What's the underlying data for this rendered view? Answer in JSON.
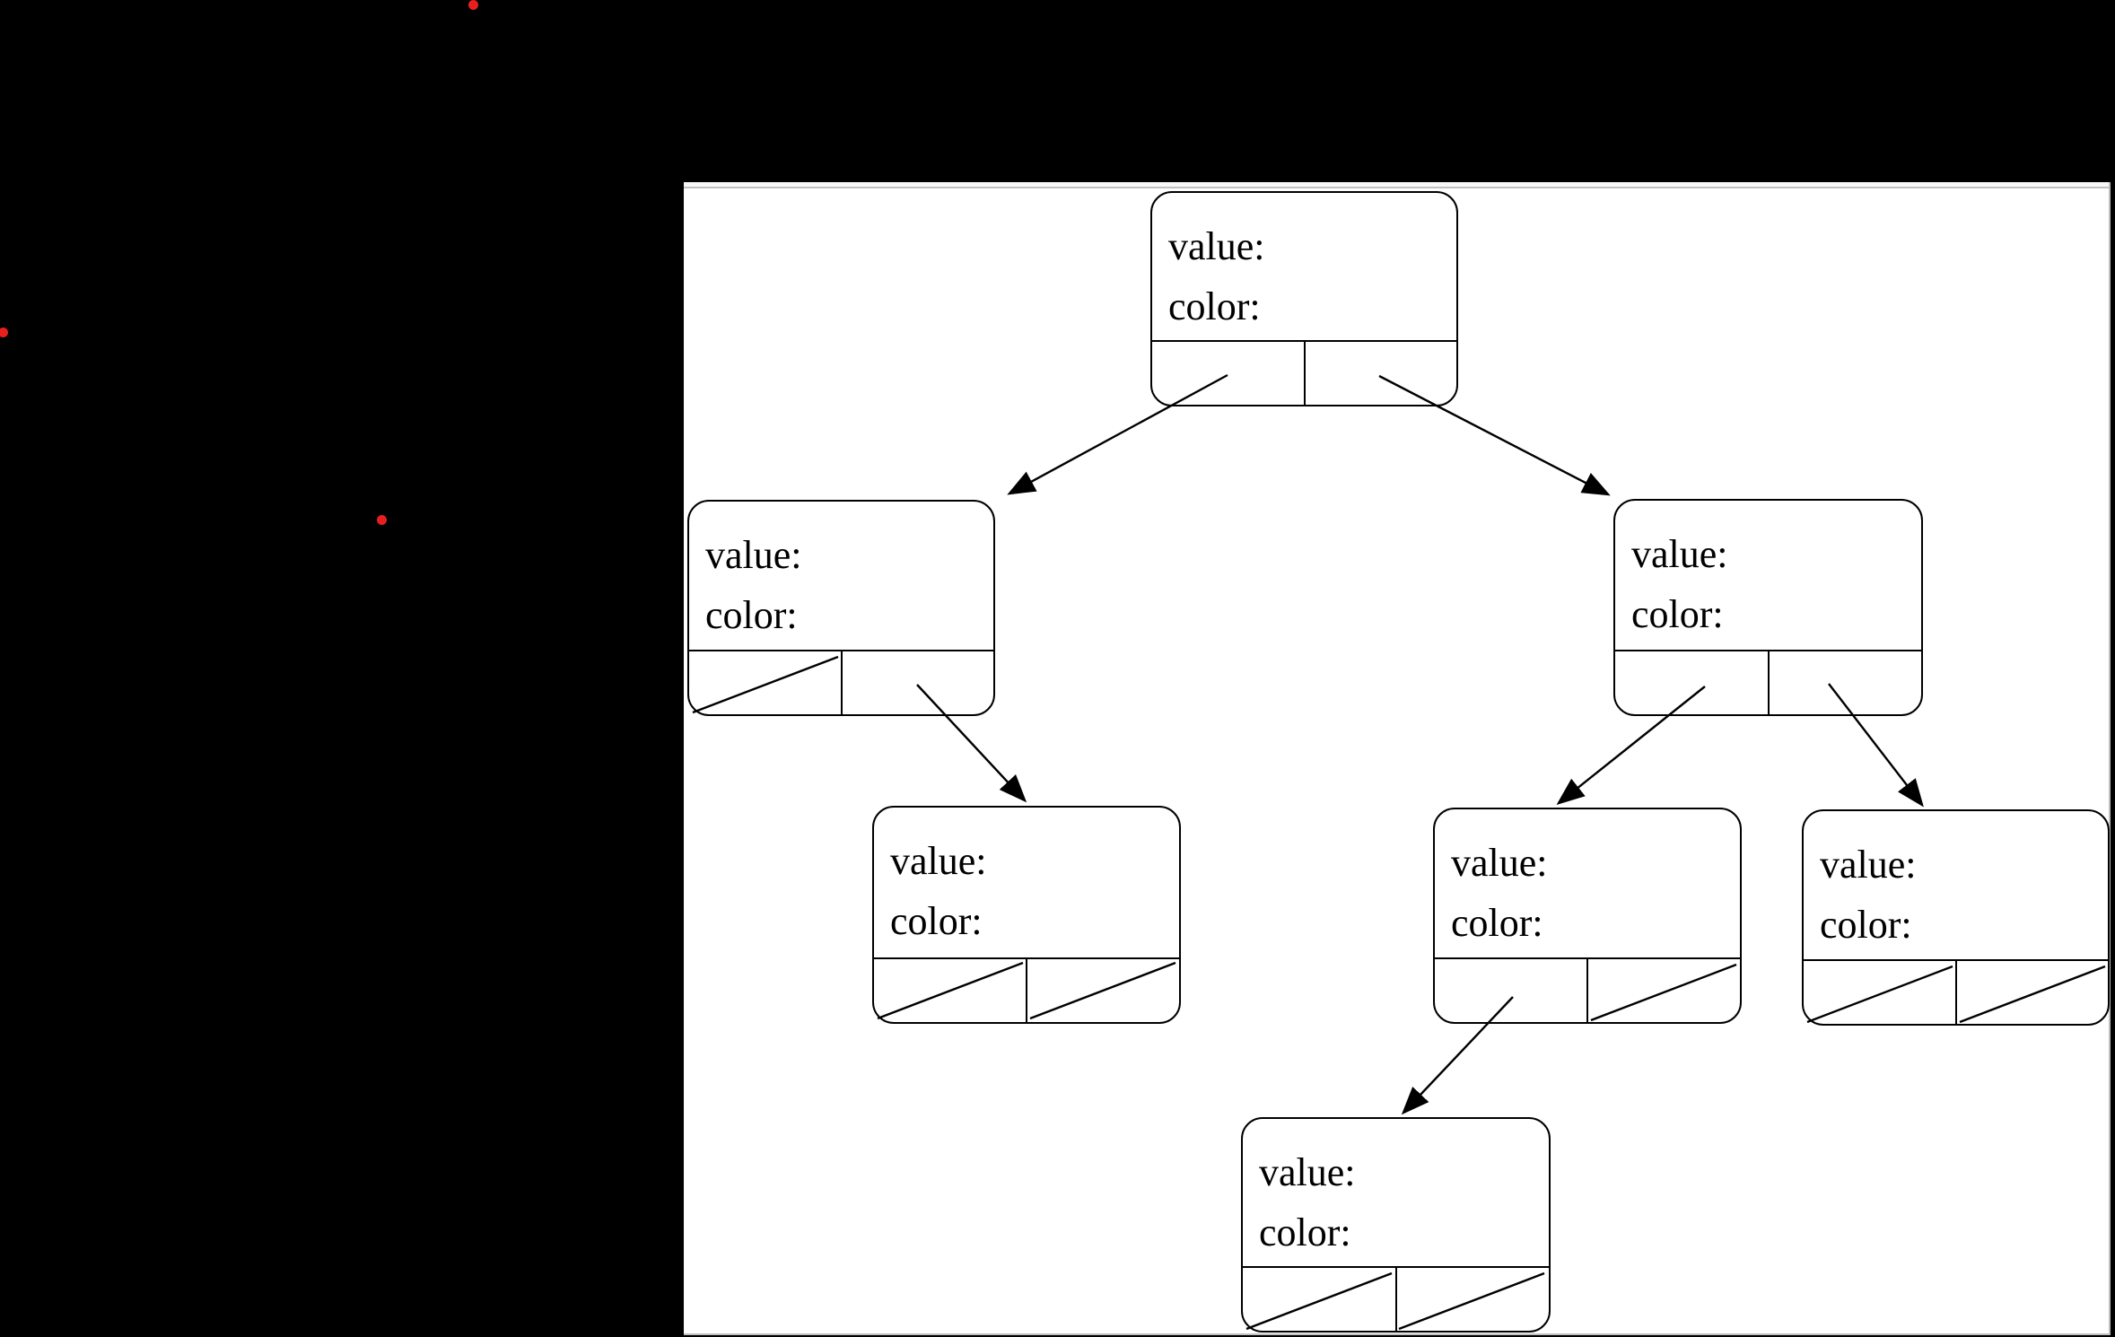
{
  "page": {
    "background_color": "#000000"
  },
  "panel": {
    "background_color": "#ffffff",
    "edge_color": "#c0c0c0",
    "top_strip_color": "#f8f8f8"
  },
  "annotation_dots": {
    "color": "#e7201f",
    "count": 3
  },
  "diagram": {
    "type": "binary-tree",
    "description": "Binary tree of 7 record nodes; each node shows 'value:' and 'color:' fields above two pointer cells; a diagonal slash in a cell means null pointer; arrows point from pointer cells to child nodes.",
    "nodes": [
      {
        "id": "root",
        "value_label": "value:",
        "color_label": "color:",
        "left_points_to": "left",
        "right_points_to": "right"
      },
      {
        "id": "left",
        "value_label": "value:",
        "color_label": "color:",
        "left_points_to": null,
        "right_points_to": "left-right"
      },
      {
        "id": "right",
        "value_label": "value:",
        "color_label": "color:",
        "left_points_to": "right-left",
        "right_points_to": "right-right"
      },
      {
        "id": "left-right",
        "value_label": "value:",
        "color_label": "color:",
        "left_points_to": null,
        "right_points_to": null
      },
      {
        "id": "right-left",
        "value_label": "value:",
        "color_label": "color:",
        "left_points_to": "right-left-left",
        "right_points_to": null
      },
      {
        "id": "right-right",
        "value_label": "value:",
        "color_label": "color:",
        "left_points_to": null,
        "right_points_to": null
      },
      {
        "id": "right-left-left",
        "value_label": "value:",
        "color_label": "color:",
        "left_points_to": null,
        "right_points_to": null
      }
    ]
  }
}
